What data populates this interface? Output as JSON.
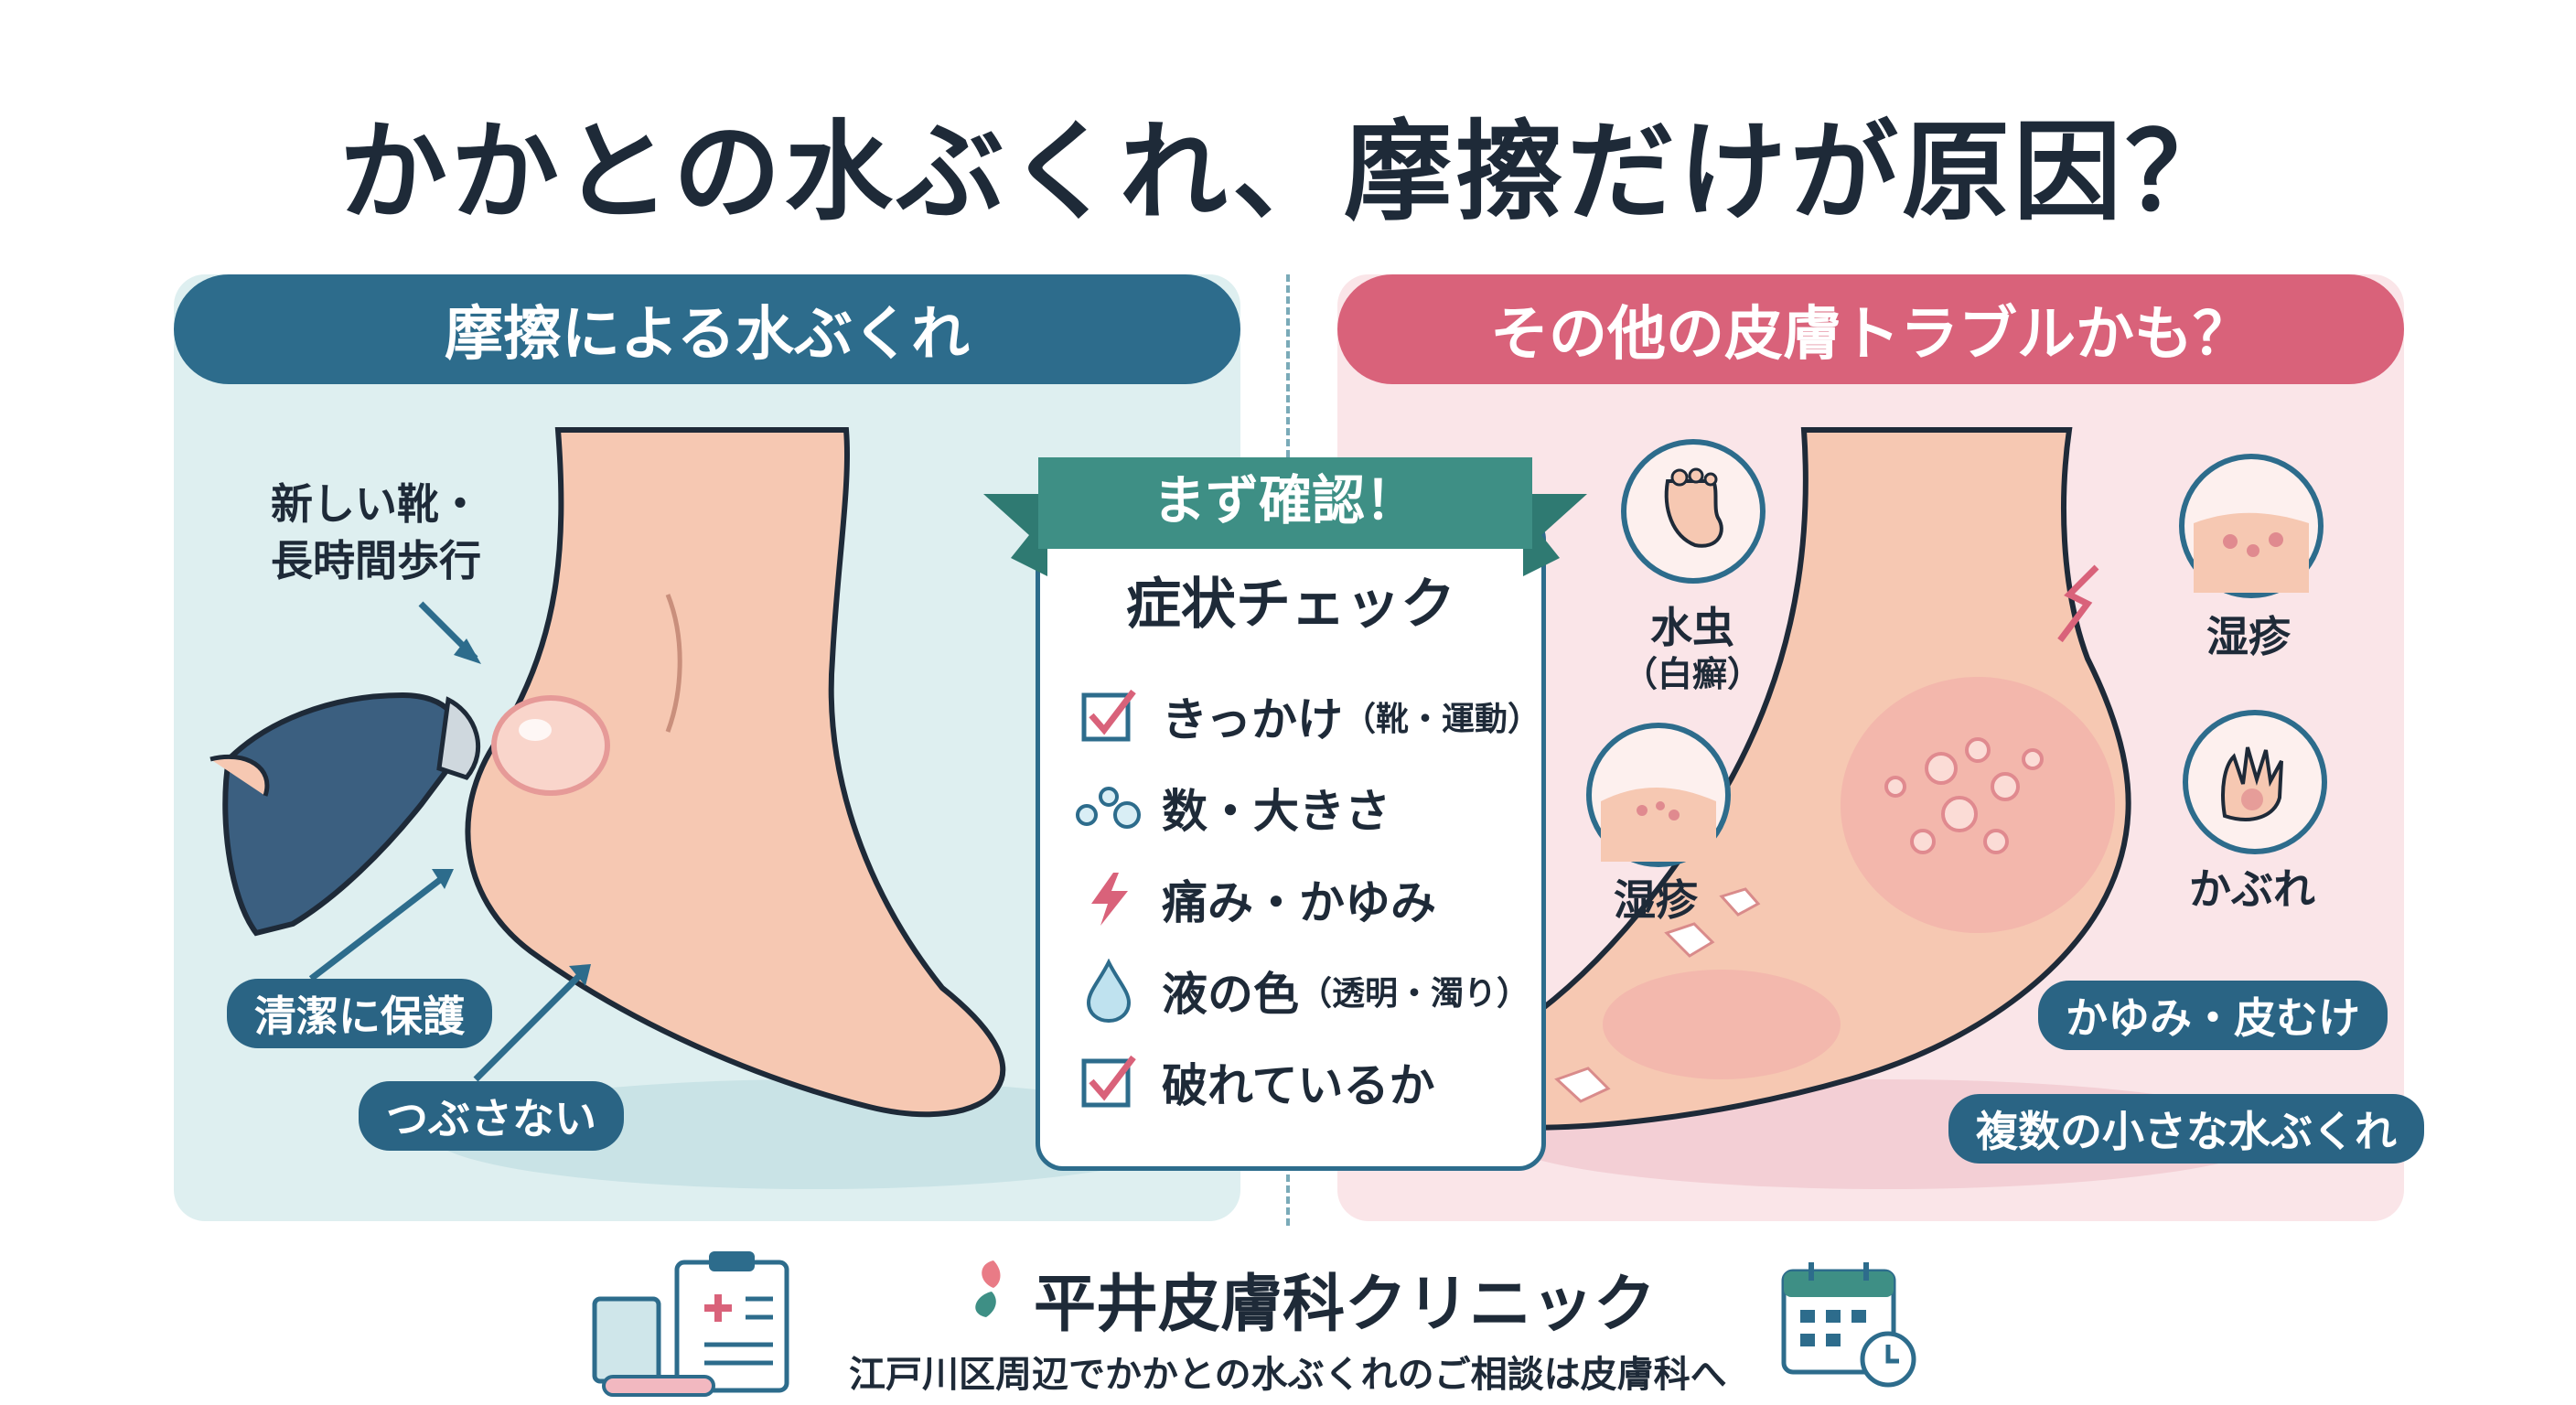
{
  "title": "かかとの水ぶくれ、摩擦だけが原因？",
  "left": {
    "band_label": "摩擦による水ぶくれ",
    "note_line1": "新しい靴・",
    "note_line2": "長時間歩行",
    "pill_protect": "清潔に保護",
    "pill_nopop": "つぶさない"
  },
  "check": {
    "ribbon_label": "まず確認！",
    "title": "症状チェック",
    "items": [
      {
        "main": "きっかけ",
        "sub": "（靴・運動）",
        "icon": "checkbox-icon"
      },
      {
        "main": "数・大きさ",
        "sub": "",
        "icon": "bubbles-icon"
      },
      {
        "main": "痛み・かゆみ",
        "sub": "",
        "icon": "lightning-icon"
      },
      {
        "main": "液の色",
        "sub": "（透明・濁り）",
        "icon": "droplet-icon"
      },
      {
        "main": "破れているか",
        "sub": "",
        "icon": "checkbox-icon"
      }
    ]
  },
  "right": {
    "band_label": "その他の皮膚トラブルかも？",
    "athletes_foot": "水虫",
    "athletes_foot_sub": "（白癬）",
    "eczema_left": "湿疹",
    "eczema_right": "湿疹",
    "contact_dermatitis": "かぶれ",
    "pill_itch": "かゆみ・皮むけ",
    "pill_multi": "複数の小さな水ぶくれ"
  },
  "footer": {
    "clinic_name": "平井皮膚科クリニック",
    "subtitle": "江戸川区周辺でかかとの水ぶくれのご相談は皮膚科へ"
  },
  "colors": {
    "navy": "#2d6c8c",
    "pink": "#d9627a",
    "teal": "#3e8f85",
    "skin": "#f6c8b2"
  }
}
